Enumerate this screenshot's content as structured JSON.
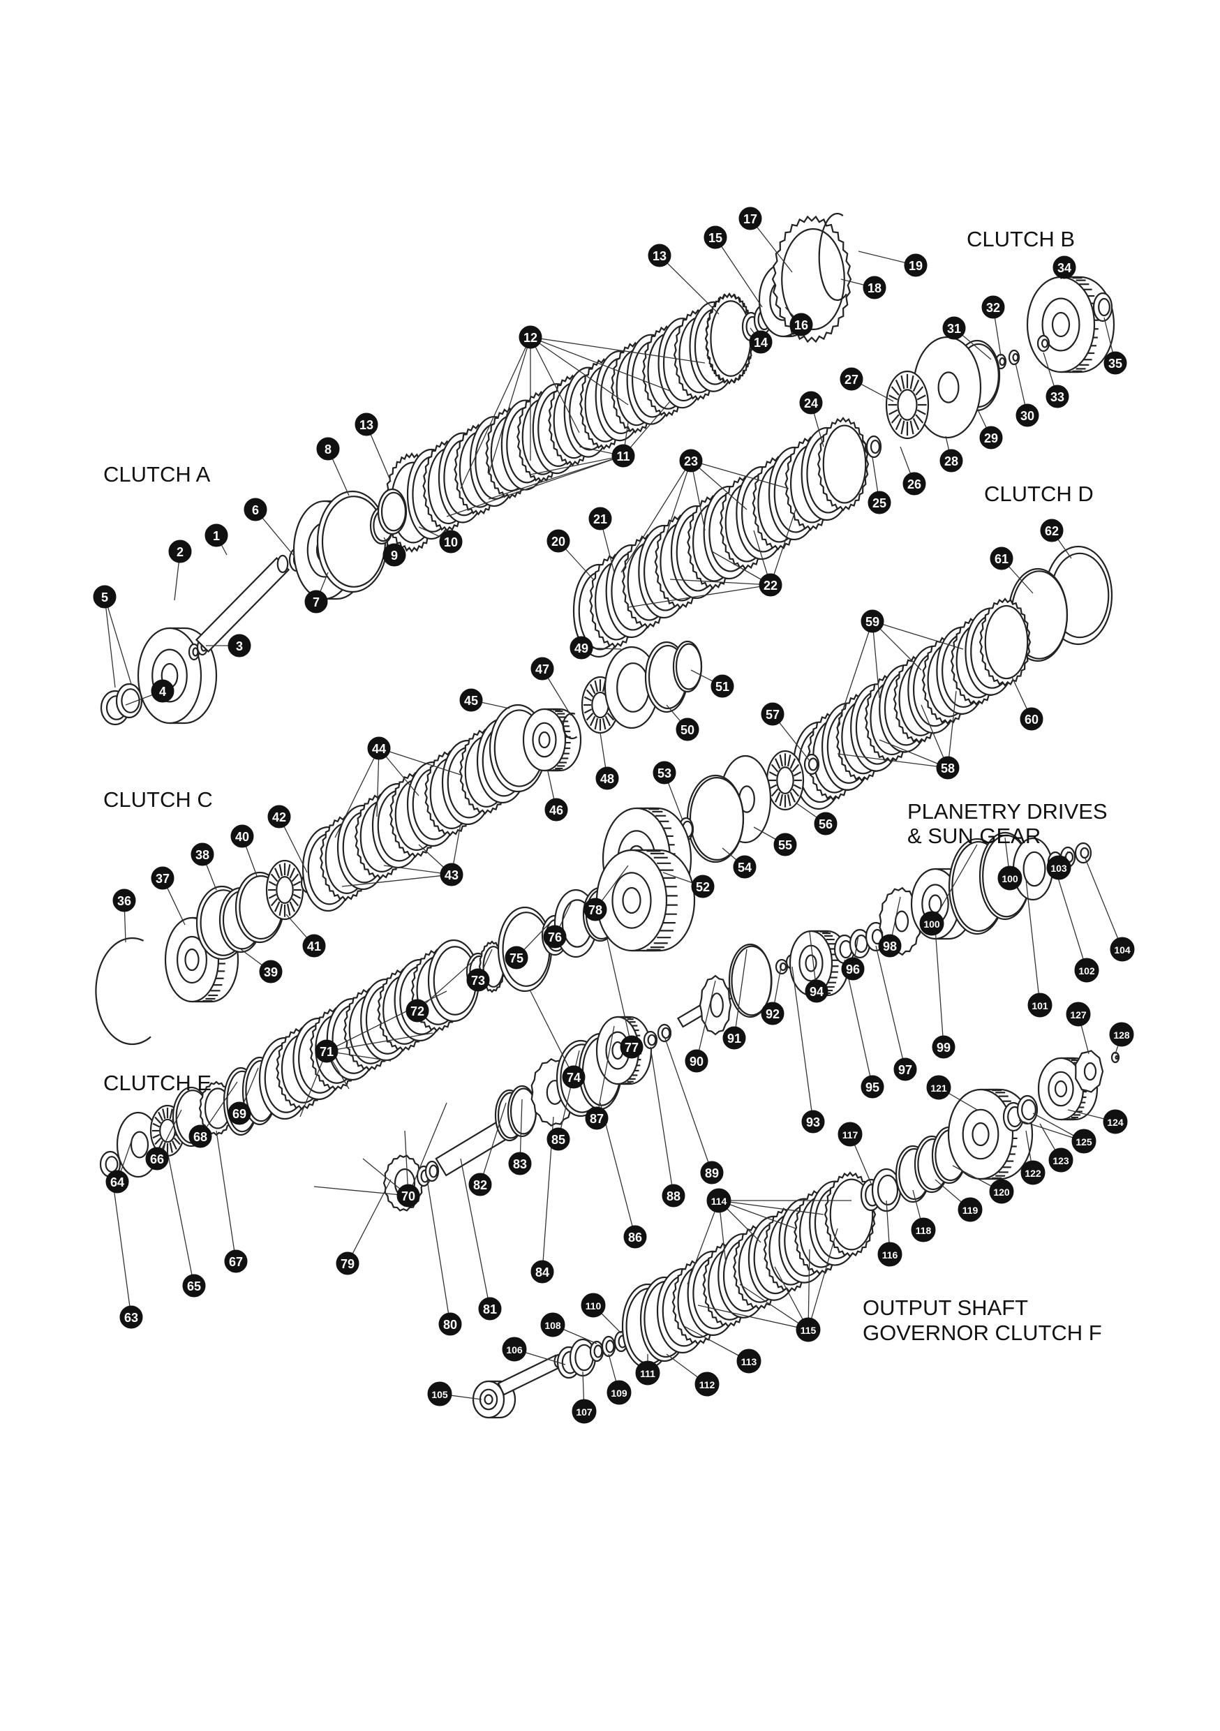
{
  "diagram": {
    "sections": [
      {
        "id": "clutch-a",
        "title": "CLUTCH A"
      },
      {
        "id": "clutch-b",
        "title": "CLUTCH B"
      },
      {
        "id": "clutch-c",
        "title": "CLUTCH C"
      },
      {
        "id": "clutch-d",
        "title": "CLUTCH D"
      },
      {
        "id": "clutch-e",
        "title": "CLUTCH E"
      },
      {
        "id": "planetary",
        "title_lines": [
          "PLANETRY DRIVES",
          "& SUN GEAR"
        ]
      },
      {
        "id": "output",
        "title_lines": [
          "OUTPUT SHAFT",
          "GOVERNOR CLUTCH F"
        ]
      }
    ],
    "callouts": [
      "1",
      "2",
      "3",
      "4",
      "5",
      "6",
      "7",
      "8",
      "9",
      "10",
      "11",
      "12",
      "13",
      "13",
      "14",
      "15",
      "16",
      "17",
      "18",
      "19",
      "20",
      "21",
      "22",
      "23",
      "24",
      "25",
      "26",
      "27",
      "28",
      "29",
      "30",
      "31",
      "32",
      "33",
      "34",
      "35",
      "36",
      "37",
      "38",
      "39",
      "40",
      "41",
      "42",
      "43",
      "44",
      "45",
      "46",
      "47",
      "48",
      "49",
      "50",
      "51",
      "52",
      "53",
      "54",
      "55",
      "56",
      "57",
      "58",
      "59",
      "60",
      "61",
      "62",
      "63",
      "64",
      "65",
      "66",
      "67",
      "68",
      "69",
      "70",
      "71",
      "72",
      "73",
      "74",
      "75",
      "76",
      "77",
      "78",
      "79",
      "80",
      "81",
      "82",
      "83",
      "84",
      "85",
      "86",
      "87",
      "88",
      "89",
      "90",
      "91",
      "92",
      "93",
      "94",
      "95",
      "96",
      "97",
      "98",
      "99",
      "100",
      "100",
      "101",
      "102",
      "103",
      "104",
      "105",
      "106",
      "107",
      "108",
      "109",
      "110",
      "111",
      "112",
      "113",
      "114",
      "115",
      "116",
      "117",
      "118",
      "119",
      "120",
      "121",
      "122",
      "123",
      "124",
      "125",
      "127",
      "128"
    ]
  }
}
